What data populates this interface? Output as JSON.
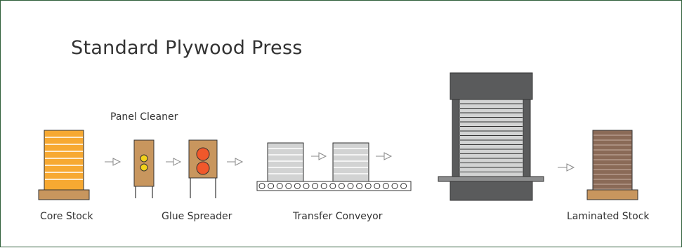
{
  "diagram": {
    "title": "Standard Plywood Press",
    "labels": {
      "panel_cleaner": "Panel Cleaner",
      "core_stock": "Core Stock",
      "glue_spreader": "Glue Spreader",
      "transfer_conveyor": "Transfer Conveyor",
      "laminated_stock": "Laminated Stock"
    },
    "colors": {
      "frame_border": "#2f5f3a",
      "core_stock": "#f7a932",
      "core_base": "#c8965e",
      "machine_body": "#c8965e",
      "cleaner_rollers": "#f2d21b",
      "spreader_rollers": "#f0582b",
      "stack_gray": "#d2d3d3",
      "press_dark": "#5a5b5c",
      "laminated_stock": "#8a6a57",
      "arrow": "#888888"
    },
    "icons": [
      "arrow-right-icon"
    ]
  }
}
